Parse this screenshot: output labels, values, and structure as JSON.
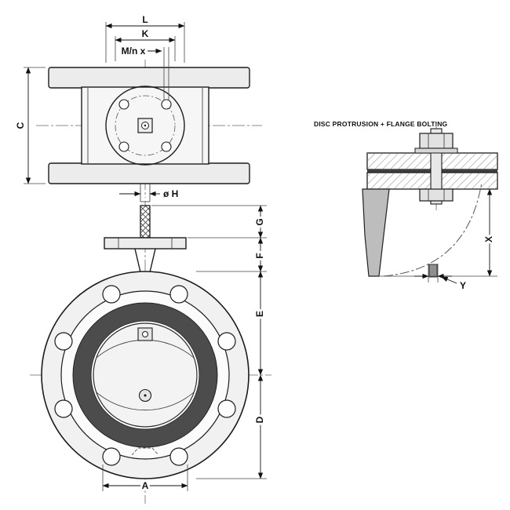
{
  "dwg": {
    "detail_title": "DISC PROTRUSION + FLANGE BOLTING",
    "dims": {
      "L": "L",
      "K": "K",
      "Mnx": "M/n x",
      "C": "C",
      "H": "ø H",
      "G": "G",
      "F": "F",
      "E": "E",
      "D": "D",
      "A": "A",
      "X": "X",
      "Y": "Y"
    }
  }
}
